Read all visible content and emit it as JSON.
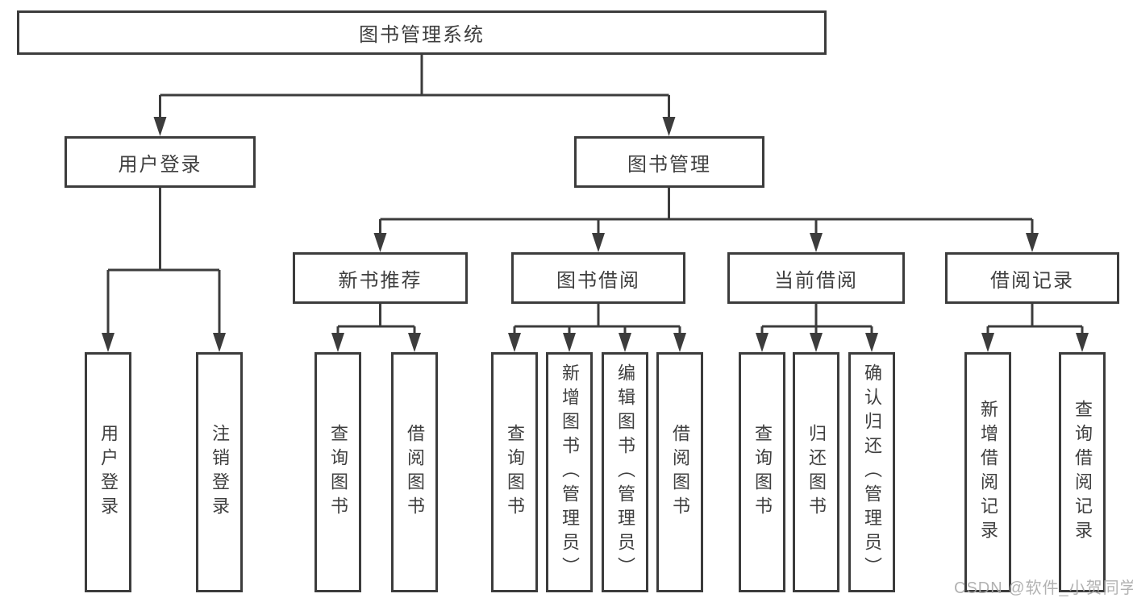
{
  "tree": {
    "label": "图书管理系统",
    "children": [
      {
        "label": "用户登录",
        "children": [
          {
            "label": "用户登录"
          },
          {
            "label": "注销登录"
          }
        ]
      },
      {
        "label": "图书管理",
        "children": [
          {
            "label": "新书推荐",
            "children": [
              {
                "label": "查询图书"
              },
              {
                "label": "借阅图书"
              }
            ]
          },
          {
            "label": "图书借阅",
            "children": [
              {
                "label": "查询图书"
              },
              {
                "label": "新增图书（管理员）"
              },
              {
                "label": "编辑图书（管理员）"
              },
              {
                "label": "借阅图书"
              }
            ]
          },
          {
            "label": "当前借阅",
            "children": [
              {
                "label": "查询图书"
              },
              {
                "label": "归还图书"
              },
              {
                "label": "确认归还（管理员）"
              }
            ]
          },
          {
            "label": "借阅记录",
            "children": [
              {
                "label": "新增借阅记录"
              },
              {
                "label": "查询借阅记录"
              }
            ]
          }
        ]
      }
    ]
  },
  "watermark": {
    "text": "CSDN @软件_小贺同学"
  },
  "colors": {
    "line": "#3c3c3c",
    "node_border": "#3c3c3c",
    "node_background": "#ffffff",
    "text": "#3f3f3f",
    "watermark": "#aaaaaa",
    "page_background": "#ffffff"
  }
}
